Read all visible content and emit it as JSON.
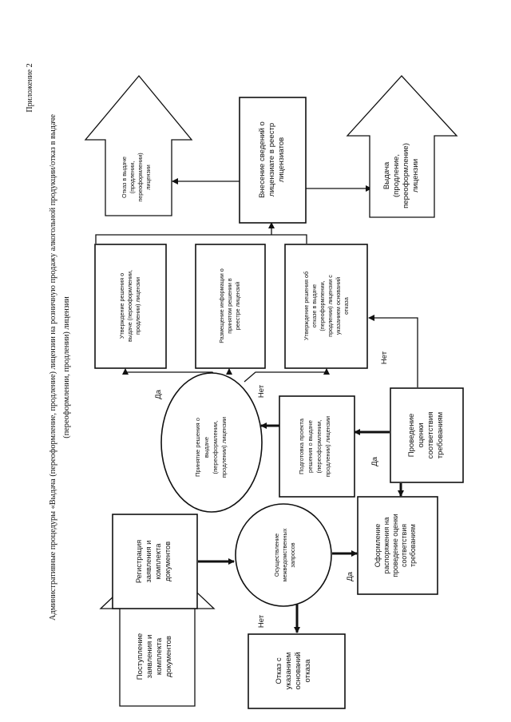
{
  "appendix_label": "Приложение 2",
  "title_line1": "Административные процедуры «Выдача (переоформление, продление) лицензии на розничную продажу алкогольной продукции/отказ в выдаче",
  "title_line2": "(переоформлении, продлении) лицензии",
  "nodes": {
    "receipt": [
      "Поступление",
      "заявления и",
      "комплекта",
      "документов"
    ],
    "registration": [
      "Регистрация",
      "заявления и",
      "комплекта",
      "документов"
    ],
    "interagency": [
      "Осуществление",
      "межведомственных",
      "запросов"
    ],
    "refusal_reasons": [
      "Отказ с",
      "указанием",
      "оснований",
      "отказа"
    ],
    "order_assessment": [
      "Оформление",
      "распоряжения на",
      "проведение оценки",
      "соответствия",
      "требованиям"
    ],
    "assessment": [
      "Проведение",
      "оценки",
      "соответствия",
      "требованиям"
    ],
    "draft_preparation": [
      "Подготовка проекта",
      "решения о выдаче",
      "(переоформлении,",
      "продлении) лицензии"
    ],
    "decision": [
      "Принятие решения о",
      "выдаче",
      "(переоформлении,",
      "продлении) лицензии"
    ],
    "approve_issue": [
      "Утверждение решения о",
      "выдаче (переоформлении,",
      "продлении) лицензии"
    ],
    "publish_info": [
      "Размещение информации о",
      "принятом решении в",
      "реестре лицензий"
    ],
    "approve_refusal": [
      "Утверждение решения об",
      "отказе в выдаче",
      "(переоформлении,",
      "продлении) лицензии с",
      "указанием оснований",
      "отказа"
    ],
    "registry_entry": [
      "Внесение сведений о",
      "лицензиате в реестр",
      "лицензиатов"
    ],
    "refusal_issue": [
      "Отказ в выдаче",
      "(продлении,",
      "переоформлении)",
      "лицензии"
    ],
    "issue": [
      "Выдача",
      "(продление,",
      "переоформление)",
      "лицензии"
    ]
  },
  "edge_labels": {
    "no_interagency": "Нет",
    "yes_interagency": "Да",
    "yes_assessment": "Да",
    "no_assessment": "Нет",
    "yes_decision": "Да",
    "no_decision": "Нет"
  }
}
